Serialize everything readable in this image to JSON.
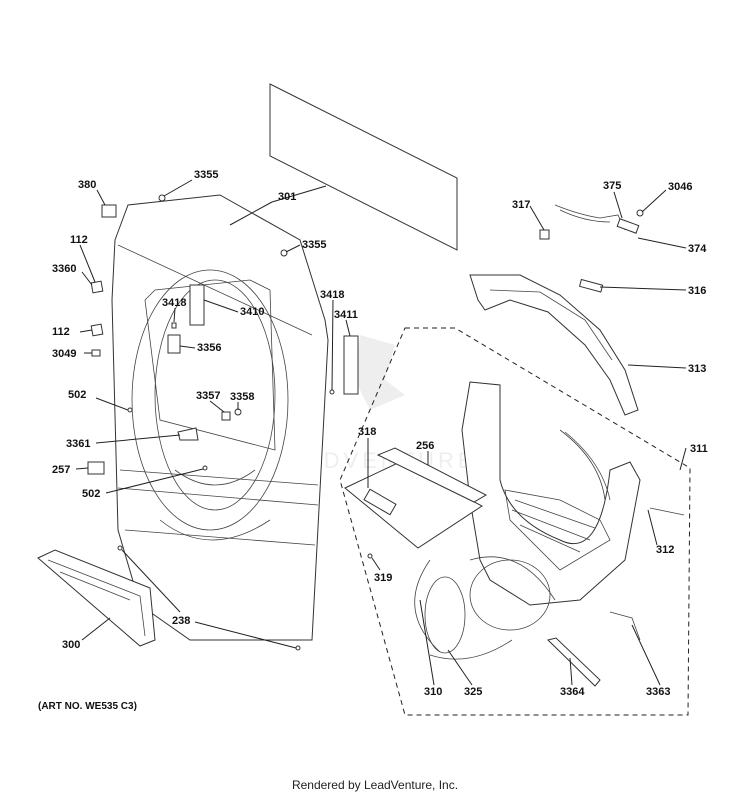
{
  "labels": {
    "p380": "380",
    "p3355a": "3355",
    "p301": "301",
    "p3355b": "3355",
    "p112a": "112",
    "p3360": "3360",
    "p112b": "112",
    "p3049": "3049",
    "p3418a": "3418",
    "p3410": "3410",
    "p3356": "3356",
    "p3418b": "3418",
    "p3411": "3411",
    "p502a": "502",
    "p3357": "3357",
    "p3358": "3358",
    "p3361": "3361",
    "p257": "257",
    "p502b": "502",
    "p300": "300",
    "p238": "238",
    "p317": "317",
    "p375": "375",
    "p3046": "3046",
    "p374": "374",
    "p316": "316",
    "p313": "313",
    "p318": "318",
    "p256": "256",
    "p311": "311",
    "p312": "312",
    "p319": "319",
    "p310": "310",
    "p325": "325",
    "p3364": "3364",
    "p3363": "3363"
  },
  "art_no": "(ART NO. WE535 C3)",
  "footer": "Rendered by LeadVenture, Inc.",
  "watermark": "LEADVENTURE"
}
